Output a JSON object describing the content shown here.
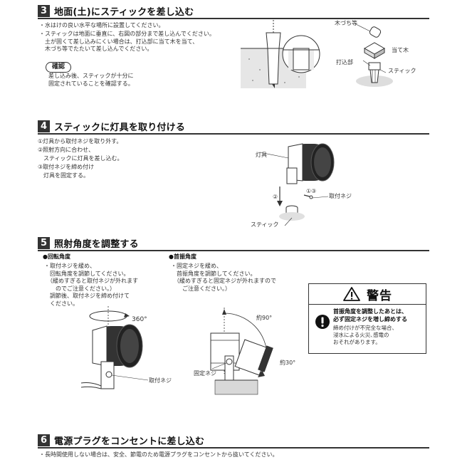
{
  "section3": {
    "number": "3",
    "title": "地面(土)にスティックを差し込む",
    "bullet1": "・水はけの良い水平な場所に設置してください。",
    "bullet2": "・スティックは地面に垂直に、右図の部分まで差し込んでください。\n　土が固くて差し込みにくい場合は、打込部に当て木を当て、\n　木づち等でたたいて差し込んでください。",
    "confirm_label": "確認",
    "confirm_text": "差し込み後、スティックが十分に\n固定されていることを確認する。",
    "fig_labels": {
      "mallet": "木づち等",
      "block": "当て木",
      "hit_part": "打込部",
      "stick": "スティック"
    }
  },
  "section4": {
    "number": "4",
    "title": "スティックに灯具を取り付ける",
    "steps": "①灯具から取付ネジを取り外す。\n②照射方向に合わせ、\n　スティックに灯具を差し込む。\n③取付ネジを締め付け\n　灯具を固定する。",
    "fig_labels": {
      "lamp": "灯具",
      "step2": "②",
      "step13": "①③",
      "screw": "取付ネジ",
      "stick": "スティック"
    }
  },
  "section5": {
    "number": "5",
    "title": "照射角度を調整する",
    "rotation": {
      "heading": "●回転角度",
      "text": "・取付ネジを緩め、\n　回転角度を調節してください。\n　（緩めすぎると取付ネジが外れます\n　　のでご注意ください。）\n　調節後、取付ネジを締め付けて\n　ください。",
      "angle": "360°",
      "screw": "取付ネジ"
    },
    "tilt": {
      "heading": "●首振角度",
      "text": "・固定ネジを緩め、\n　首振角度を調節してください。\n　（緩めすぎると固定ネジが外れますので\n　　ご注意ください。）",
      "angle_up": "約90°",
      "angle_down": "約30°",
      "screw": "固定ネジ"
    },
    "warning": {
      "title": "警告",
      "bold": "首振角度を調整したあとは、\n必ず固定ネジを増し締めする",
      "body": "締め付けが不完全な場合、\n浸水による火災､感電の\nおそれがあります。"
    }
  },
  "section6": {
    "number": "6",
    "title": "電源プラグをコンセントに差し込む",
    "bullet": "・長時間使用しない場合は、安全、節電のため電源プラグをコンセントから抜いてください。"
  }
}
